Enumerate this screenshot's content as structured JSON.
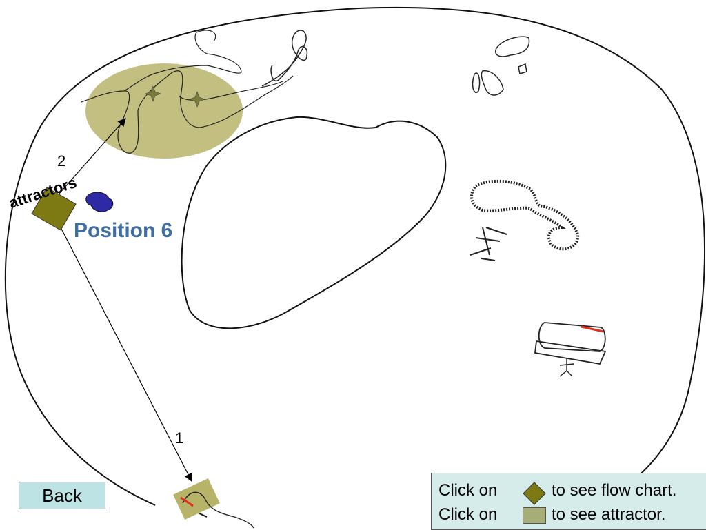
{
  "slide": {
    "title": "Position 6",
    "attractors_label": "attractors",
    "step_labels": [
      "2",
      "1"
    ]
  },
  "back_button": {
    "label": "Back"
  },
  "legend": {
    "rows": [
      {
        "prefix": "Click on",
        "suffix": "to see flow chart.",
        "icon": "olive-diamond-icon"
      },
      {
        "prefix": "Click on",
        "suffix": "to see attractor.",
        "icon": "khaki-square-icon"
      }
    ]
  },
  "colors": {
    "title": "#3f6fa0",
    "attractor_ellipse": "#b7b46a",
    "diamond": "#7d7a13",
    "legend_bg": "#d6eceb",
    "back_bg": "#bde3e5",
    "marker_red": "#e0301e"
  }
}
